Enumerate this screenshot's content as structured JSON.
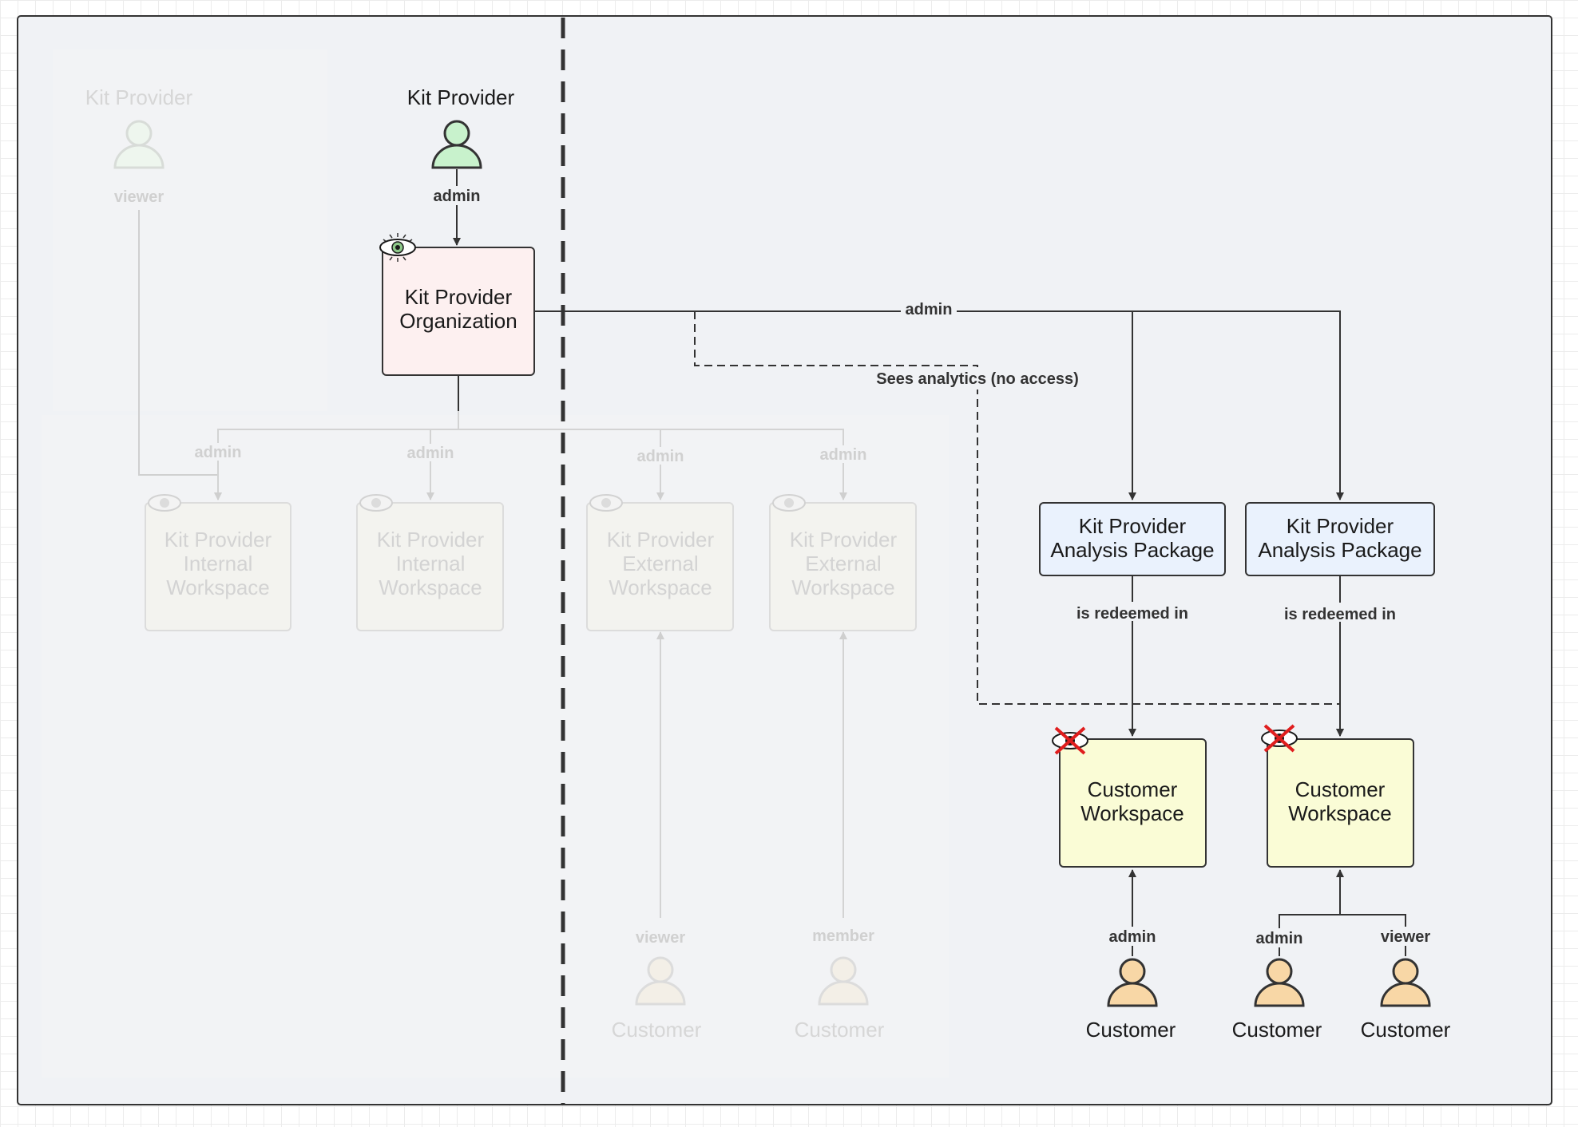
{
  "colors": {
    "canvas_bg": "#f0f2f5",
    "provider_actor": "#c8f2cc",
    "organization_fill": "#fdf0f0",
    "package_fill": "#eaf2fd",
    "customer_workspace_fill": "#fafcd6",
    "customer_actor": "#f8d7a6",
    "hidden_mark": "#e01e1e"
  },
  "icons": [
    "user-icon",
    "eye-icon",
    "eye-crossed-icon"
  ],
  "provider_actors": [
    {
      "label": "Kit Provider"
    },
    {
      "label": "Kit Provider"
    }
  ],
  "provider_roles": [
    "viewer",
    "admin"
  ],
  "organization": {
    "label_line1": "Kit Provider",
    "label_line2": "Organization"
  },
  "internal_workspaces": [
    {
      "line1": "Kit Provider",
      "line2": "Internal",
      "line3": "Workspace",
      "role": "admin"
    },
    {
      "line1": "Kit Provider",
      "line2": "Internal",
      "line3": "Workspace",
      "role": "admin"
    }
  ],
  "external_workspaces": [
    {
      "line1": "Kit Provider",
      "line2": "External",
      "line3": "Workspace",
      "role": "admin"
    },
    {
      "line1": "Kit Provider",
      "line2": "External",
      "line3": "Workspace",
      "role": "admin"
    }
  ],
  "external_customers": [
    {
      "label": "Customer",
      "role": "viewer"
    },
    {
      "label": "Customer",
      "role": "member"
    }
  ],
  "edges": {
    "admin_to_packages": "admin",
    "sees_analytics": "Sees analytics (no access)"
  },
  "packages": [
    {
      "line1": "Kit Provider",
      "line2": "Analysis Package",
      "relation": "is redeemed in"
    },
    {
      "line1": "Kit Provider",
      "line2": "Analysis Package",
      "relation": "is redeemed in"
    }
  ],
  "customer_workspaces": [
    {
      "line1": "Customer",
      "line2": "Workspace"
    },
    {
      "line1": "Customer",
      "line2": "Workspace"
    }
  ],
  "customers": [
    {
      "label": "Customer",
      "role": "admin"
    },
    {
      "label": "Customer",
      "role": "admin"
    },
    {
      "label": "Customer",
      "role": "viewer"
    }
  ]
}
